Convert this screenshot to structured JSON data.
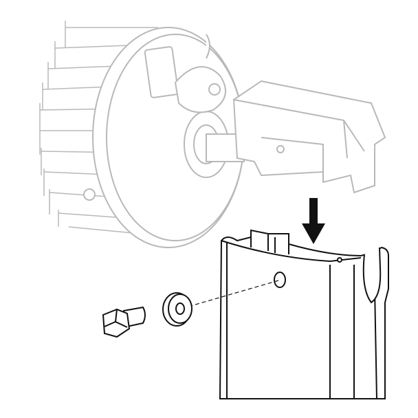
{
  "diagram": {
    "colors": {
      "faded_parts": "#b8b8b8",
      "highlight_parts": "#111111",
      "background": "#ffffff"
    },
    "parts": [
      "motor-assembly",
      "mounting-bracket",
      "rail-profile",
      "bolt",
      "washer",
      "direction-arrow"
    ]
  }
}
